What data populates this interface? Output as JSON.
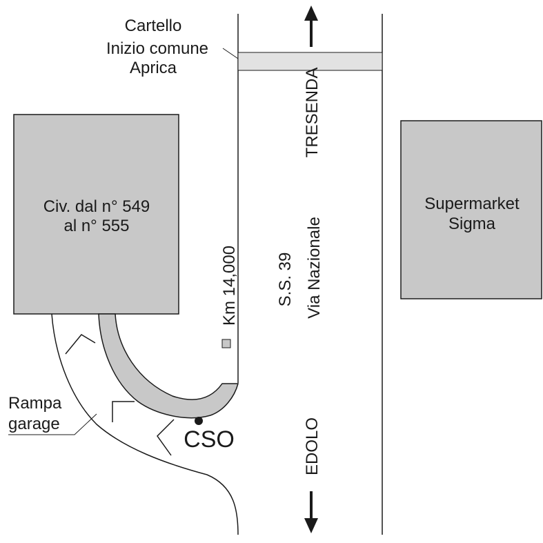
{
  "map": {
    "sign": {
      "lines": [
        "Cartello",
        "Inizio comune",
        "Aprica"
      ]
    },
    "directions": {
      "north": "TRESENDA",
      "south": "EDOLO"
    },
    "road": {
      "name": "S.S. 39",
      "street": "Via Nazionale"
    },
    "km_marker": "Km 14,000",
    "building_left": {
      "line1": "Civ. dal n° 549",
      "line2": "al n° 555"
    },
    "building_right": {
      "line1": "Supermarket",
      "line2": "Sigma"
    },
    "ramp": {
      "line1": "Rampa",
      "line2": "garage"
    },
    "point_label": "CSO",
    "colors": {
      "building_fill": "#c8c8c8",
      "sign_band_fill": "#e2e2e2",
      "line": "#1a1a1a"
    }
  }
}
